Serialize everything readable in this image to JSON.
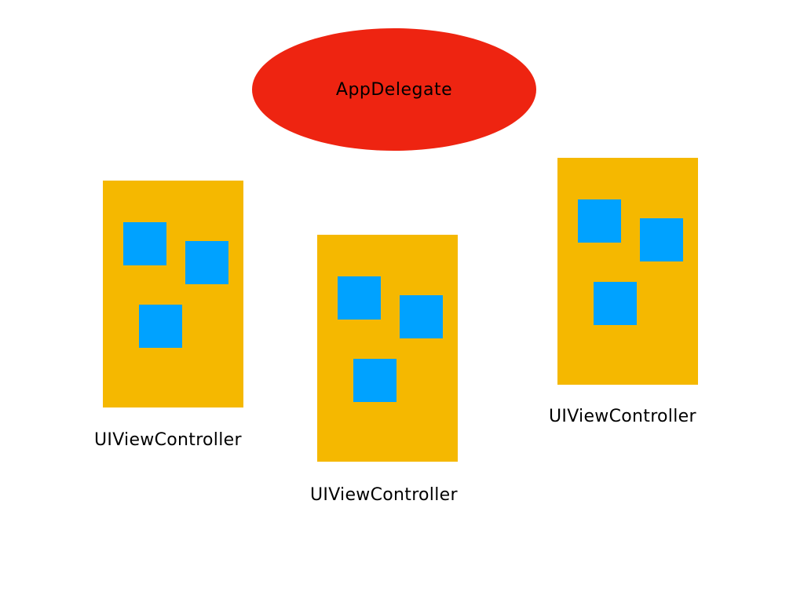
{
  "colors": {
    "app_delegate": "#ee2411",
    "view_controller": "#f5b800",
    "subview": "#00a2ff",
    "background": "#ffffff"
  },
  "app_delegate": {
    "label": "AppDelegate"
  },
  "view_controllers": [
    {
      "label": "UIViewController",
      "subview_count": 3
    },
    {
      "label": "UIViewController",
      "subview_count": 3
    },
    {
      "label": "UIViewController",
      "subview_count": 3
    }
  ]
}
